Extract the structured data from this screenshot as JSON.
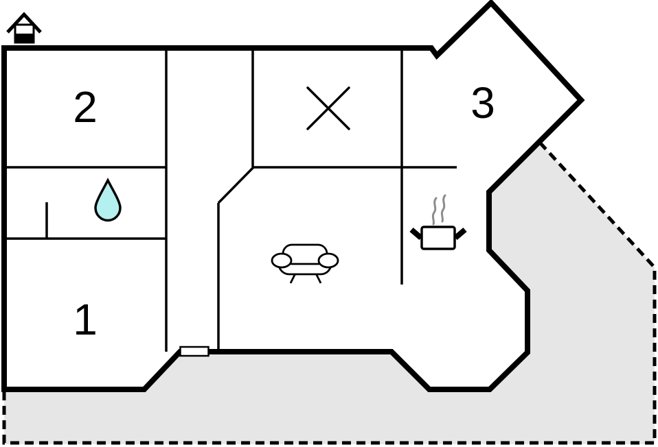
{
  "floor_plan": {
    "title": "vacation-home-floor-plan",
    "rooms": [
      {
        "label": "1"
      },
      {
        "label": "2"
      },
      {
        "label": "3"
      }
    ],
    "symbols": [
      {
        "icon": "sauna-house-icon"
      },
      {
        "icon": "water-drop-icon"
      },
      {
        "icon": "window-cross-icon"
      },
      {
        "icon": "sofa-icon"
      },
      {
        "icon": "cooking-pot-icon"
      },
      {
        "icon": "door-opening"
      }
    ],
    "colors": {
      "wall": "#000000",
      "terrace_fill": "#e6e6e6",
      "water_drop_fill": "#b4f0f0",
      "steam": "#8c8c8c",
      "background": "#ffffff"
    }
  }
}
